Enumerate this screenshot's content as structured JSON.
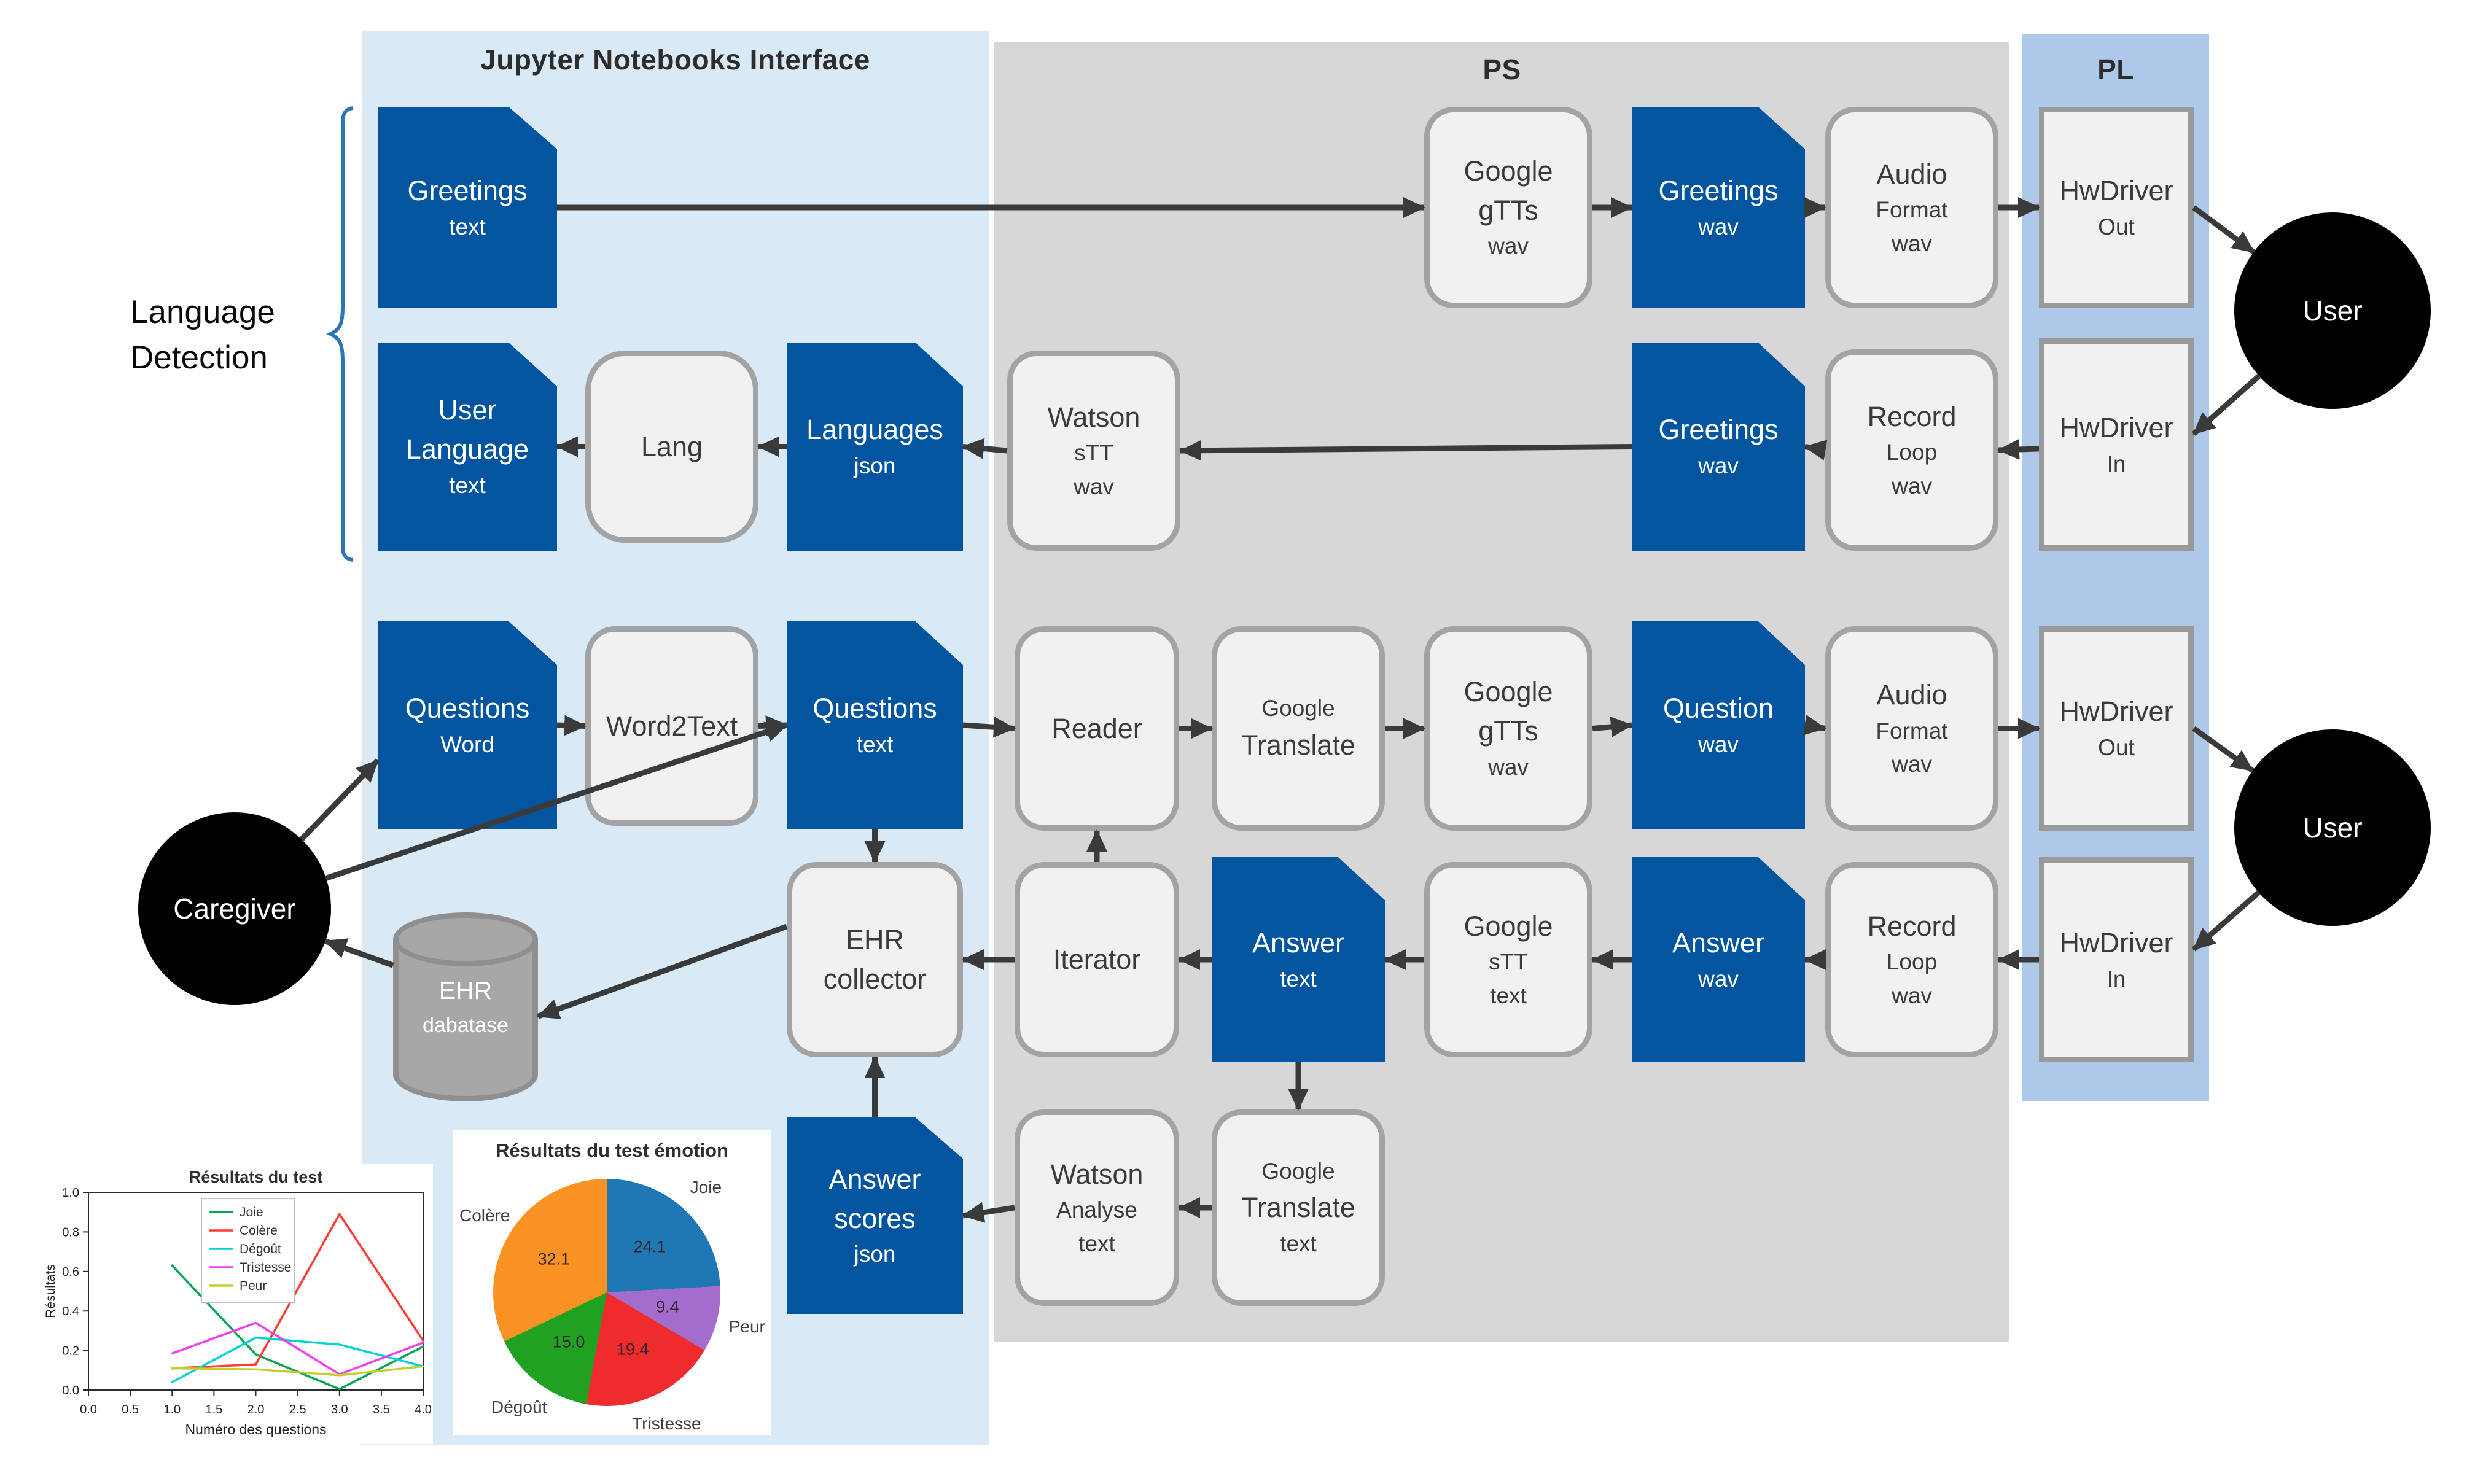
{
  "panels": {
    "jupyter": {
      "title": "Jupyter Notebooks Interface"
    },
    "ps": {
      "title": "PS"
    },
    "pl": {
      "title": "PL"
    }
  },
  "annotation": {
    "label": "Language Detection"
  },
  "colors": {
    "node_blue": "#0355a0",
    "panel_jupyter": "#d9e9f6",
    "panel_ps": "#d7d7d7",
    "panel_pl": "#adc8e9",
    "arrow": "#3a3a3a",
    "brace": "#2e75b6"
  },
  "nodes": {
    "greetings_text": {
      "type": "document",
      "lines": [
        "Greetings",
        "text"
      ]
    },
    "google_gtts_wav_1": {
      "type": "process",
      "lines": [
        "Google",
        "gTTs",
        "wav"
      ]
    },
    "greetings_wav_1": {
      "type": "document",
      "lines": [
        "Greetings",
        "wav"
      ]
    },
    "audio_format_wav_1": {
      "type": "process",
      "lines": [
        "Audio",
        "Format",
        "wav"
      ]
    },
    "hwdriver_out_1": {
      "type": "hardware",
      "lines": [
        "HwDriver",
        "Out"
      ]
    },
    "user_1": {
      "type": "actor",
      "lines": [
        "User"
      ]
    },
    "user_language_text": {
      "type": "document",
      "lines": [
        "User",
        "Language",
        "text"
      ]
    },
    "lang": {
      "type": "process",
      "lines": [
        "Lang"
      ]
    },
    "languages_json": {
      "type": "document",
      "lines": [
        "Languages",
        "json"
      ]
    },
    "watson_stt_wav": {
      "type": "process",
      "lines": [
        "Watson",
        "sTT",
        "wav"
      ]
    },
    "greetings_wav_2": {
      "type": "document",
      "lines": [
        "Greetings",
        "wav"
      ]
    },
    "record_loop_wav_1": {
      "type": "process",
      "lines": [
        "Record",
        "Loop",
        "wav"
      ]
    },
    "hwdriver_in_1": {
      "type": "hardware",
      "lines": [
        "HwDriver",
        "In"
      ]
    },
    "questions_word": {
      "type": "document",
      "lines": [
        "Questions",
        "Word"
      ]
    },
    "word2text": {
      "type": "process",
      "lines": [
        "Word2Text"
      ]
    },
    "questions_text": {
      "type": "document",
      "lines": [
        "Questions",
        "text"
      ]
    },
    "reader": {
      "type": "process",
      "lines": [
        "Reader"
      ]
    },
    "google_translate_1": {
      "type": "process",
      "lines": [
        "Google",
        "Translate"
      ]
    },
    "google_gtts_wav_2": {
      "type": "process",
      "lines": [
        "Google",
        "gTTs",
        "wav"
      ]
    },
    "question_wav": {
      "type": "document",
      "lines": [
        "Question",
        "wav"
      ]
    },
    "audio_format_wav_2": {
      "type": "process",
      "lines": [
        "Audio",
        "Format",
        "wav"
      ]
    },
    "hwdriver_out_2": {
      "type": "hardware",
      "lines": [
        "HwDriver",
        "Out"
      ]
    },
    "user_2": {
      "type": "actor",
      "lines": [
        "User"
      ]
    },
    "caregiver": {
      "type": "actor",
      "lines": [
        "Caregiver"
      ]
    },
    "ehr_collector": {
      "type": "process",
      "lines": [
        "EHR",
        "collector"
      ]
    },
    "iterator": {
      "type": "process",
      "lines": [
        "Iterator"
      ]
    },
    "answer_text": {
      "type": "document",
      "lines": [
        "Answer",
        "text"
      ]
    },
    "google_stt_text": {
      "type": "process",
      "lines": [
        "Google",
        "sTT",
        "text"
      ]
    },
    "answer_wav": {
      "type": "document",
      "lines": [
        "Answer",
        "wav"
      ]
    },
    "record_loop_wav_2": {
      "type": "process",
      "lines": [
        "Record",
        "Loop",
        "wav"
      ]
    },
    "hwdriver_in_2": {
      "type": "hardware",
      "lines": [
        "HwDriver",
        "In"
      ]
    },
    "ehr_database": {
      "type": "database",
      "lines": [
        "EHR",
        "dabatase"
      ]
    },
    "answer_scores_json": {
      "type": "document",
      "lines": [
        "Answer",
        "scores",
        "json"
      ]
    },
    "watson_analyse_text": {
      "type": "process",
      "lines": [
        "Watson",
        "Analyse",
        "text"
      ]
    },
    "google_translate_text": {
      "type": "process",
      "lines": [
        "Google",
        "Translate",
        "text"
      ]
    }
  },
  "edges": [
    {
      "from": "greetings_text",
      "fromSide": "right",
      "to": "google_gtts_wav_1",
      "toSide": "left"
    },
    {
      "from": "google_gtts_wav_1",
      "fromSide": "right",
      "to": "greetings_wav_1",
      "toSide": "left"
    },
    {
      "from": "greetings_wav_1",
      "fromSide": "right",
      "to": "audio_format_wav_1",
      "toSide": "left"
    },
    {
      "from": "audio_format_wav_1",
      "fromSide": "right",
      "to": "hwdriver_out_1",
      "toSide": "left"
    },
    {
      "from": "hwdriver_out_1",
      "fromSide": "right",
      "to": "user_1",
      "toSide": "edge"
    },
    {
      "from": "user_1",
      "fromSide": "edge",
      "to": "hwdriver_in_1",
      "toSide": "right",
      "toFrac": 0.45
    },
    {
      "from": "hwdriver_in_1",
      "fromSide": "left",
      "fromFrac": 0.52,
      "to": "record_loop_wav_1",
      "toSide": "right"
    },
    {
      "from": "record_loop_wav_1",
      "fromSide": "left",
      "to": "greetings_wav_2",
      "toSide": "right"
    },
    {
      "from": "greetings_wav_2",
      "fromSide": "left",
      "to": "watson_stt_wav",
      "toSide": "right"
    },
    {
      "from": "watson_stt_wav",
      "fromSide": "left",
      "to": "languages_json",
      "toSide": "right"
    },
    {
      "from": "languages_json",
      "fromSide": "left",
      "to": "lang",
      "toSide": "right"
    },
    {
      "from": "lang",
      "fromSide": "left",
      "to": "user_language_text",
      "toSide": "right"
    },
    {
      "from": "caregiver",
      "fromSide": "edge",
      "to": "questions_word",
      "toSide": "left",
      "toFrac": 0.67
    },
    {
      "from": "caregiver",
      "fromSide": "edge",
      "to": "questions_text",
      "toSide": "left",
      "toFrac": 0.5
    },
    {
      "from": "questions_word",
      "fromSide": "right",
      "to": "word2text",
      "toSide": "left"
    },
    {
      "from": "word2text",
      "fromSide": "right",
      "to": "questions_text",
      "toSide": "left"
    },
    {
      "from": "questions_text",
      "fromSide": "right",
      "to": "reader",
      "toSide": "left"
    },
    {
      "from": "reader",
      "fromSide": "right",
      "to": "google_translate_1",
      "toSide": "left"
    },
    {
      "from": "google_translate_1",
      "fromSide": "right",
      "to": "google_gtts_wav_2",
      "toSide": "left"
    },
    {
      "from": "google_gtts_wav_2",
      "fromSide": "right",
      "to": "question_wav",
      "toSide": "left"
    },
    {
      "from": "question_wav",
      "fromSide": "right",
      "to": "audio_format_wav_2",
      "toSide": "left"
    },
    {
      "from": "audio_format_wav_2",
      "fromSide": "right",
      "to": "hwdriver_out_2",
      "toSide": "left"
    },
    {
      "from": "hwdriver_out_2",
      "fromSide": "right",
      "to": "user_2",
      "toSide": "edge"
    },
    {
      "from": "user_2",
      "fromSide": "edge",
      "to": "hwdriver_in_2",
      "toSide": "right",
      "toFrac": 0.45
    },
    {
      "from": "hwdriver_in_2",
      "fromSide": "left",
      "to": "record_loop_wav_2",
      "toSide": "right"
    },
    {
      "from": "record_loop_wav_2",
      "fromSide": "left",
      "to": "answer_wav",
      "toSide": "right"
    },
    {
      "from": "answer_wav",
      "fromSide": "left",
      "to": "google_stt_text",
      "toSide": "right"
    },
    {
      "from": "google_stt_text",
      "fromSide": "left",
      "to": "answer_text",
      "toSide": "right"
    },
    {
      "from": "answer_text",
      "fromSide": "left",
      "to": "iterator",
      "toSide": "right"
    },
    {
      "from": "iterator",
      "fromSide": "top",
      "to": "reader",
      "toSide": "bottom"
    },
    {
      "from": "iterator",
      "fromSide": "left",
      "to": "ehr_collector",
      "toSide": "right"
    },
    {
      "from": "questions_text",
      "fromSide": "bottom",
      "to": "ehr_collector",
      "toSide": "top"
    },
    {
      "from": "answer_text",
      "fromSide": "bottom",
      "to": "google_translate_text",
      "toSide": "top"
    },
    {
      "from": "google_translate_text",
      "fromSide": "left",
      "to": "watson_analyse_text",
      "toSide": "right"
    },
    {
      "from": "watson_analyse_text",
      "fromSide": "left",
      "to": "answer_scores_json",
      "toSide": "right"
    },
    {
      "from": "answer_scores_json",
      "fromSide": "top",
      "to": "ehr_collector",
      "toSide": "bottom"
    },
    {
      "from": "ehr_collector",
      "fromSide": "left",
      "fromFrac": 0.33,
      "to": "ehr_database",
      "toSide": "right",
      "toFrac": 0.55
    },
    {
      "from": "ehr_database",
      "fromSide": "left",
      "fromFrac": 0.28,
      "to": "caregiver",
      "toSide": "edge"
    }
  ],
  "chart_data": [
    {
      "type": "line",
      "title": "Résultats du test",
      "xlabel": "Numéro des questions",
      "ylabel": "Résultats",
      "x": [
        1,
        2,
        3,
        4
      ],
      "xlim": [
        0,
        4
      ],
      "ylim": [
        0,
        1
      ],
      "xticks": [
        0,
        0.5,
        1,
        1.5,
        2,
        2.5,
        3,
        3.5,
        4
      ],
      "yticks": [
        0,
        0.2,
        0.4,
        0.6,
        0.8,
        1.0
      ],
      "grid": false,
      "legend_position": "upper-center-left",
      "series": [
        {
          "name": "Joie",
          "color": "#00a651",
          "values": [
            0.63,
            0.18,
            0.005,
            0.22
          ]
        },
        {
          "name": "Colère",
          "color": "#fc3d32",
          "values": [
            0.11,
            0.13,
            0.89,
            0.25
          ]
        },
        {
          "name": "Dégoût",
          "color": "#00d2d6",
          "values": [
            0.04,
            0.265,
            0.23,
            0.12
          ]
        },
        {
          "name": "Tristesse",
          "color": "#f13ef1",
          "values": [
            0.185,
            0.34,
            0.08,
            0.24
          ]
        },
        {
          "name": "Peur",
          "color": "#c9cd2a",
          "values": [
            0.11,
            0.105,
            0.075,
            0.12
          ]
        }
      ]
    },
    {
      "type": "pie",
      "title": "Résultats du test émotion",
      "start_angle_deg": 0,
      "direction": "clockwise",
      "slices": [
        {
          "name": "Joie",
          "value": 24.1,
          "color": "#1f77b4"
        },
        {
          "name": "Peur",
          "value": 9.4,
          "color": "#a46ccd"
        },
        {
          "name": "Tristesse",
          "value": 19.4,
          "color": "#ee2c2e"
        },
        {
          "name": "Dégoût",
          "value": 15.0,
          "color": "#21a121"
        },
        {
          "name": "Colère",
          "value": 32.1,
          "color": "#fb9224"
        }
      ]
    }
  ]
}
